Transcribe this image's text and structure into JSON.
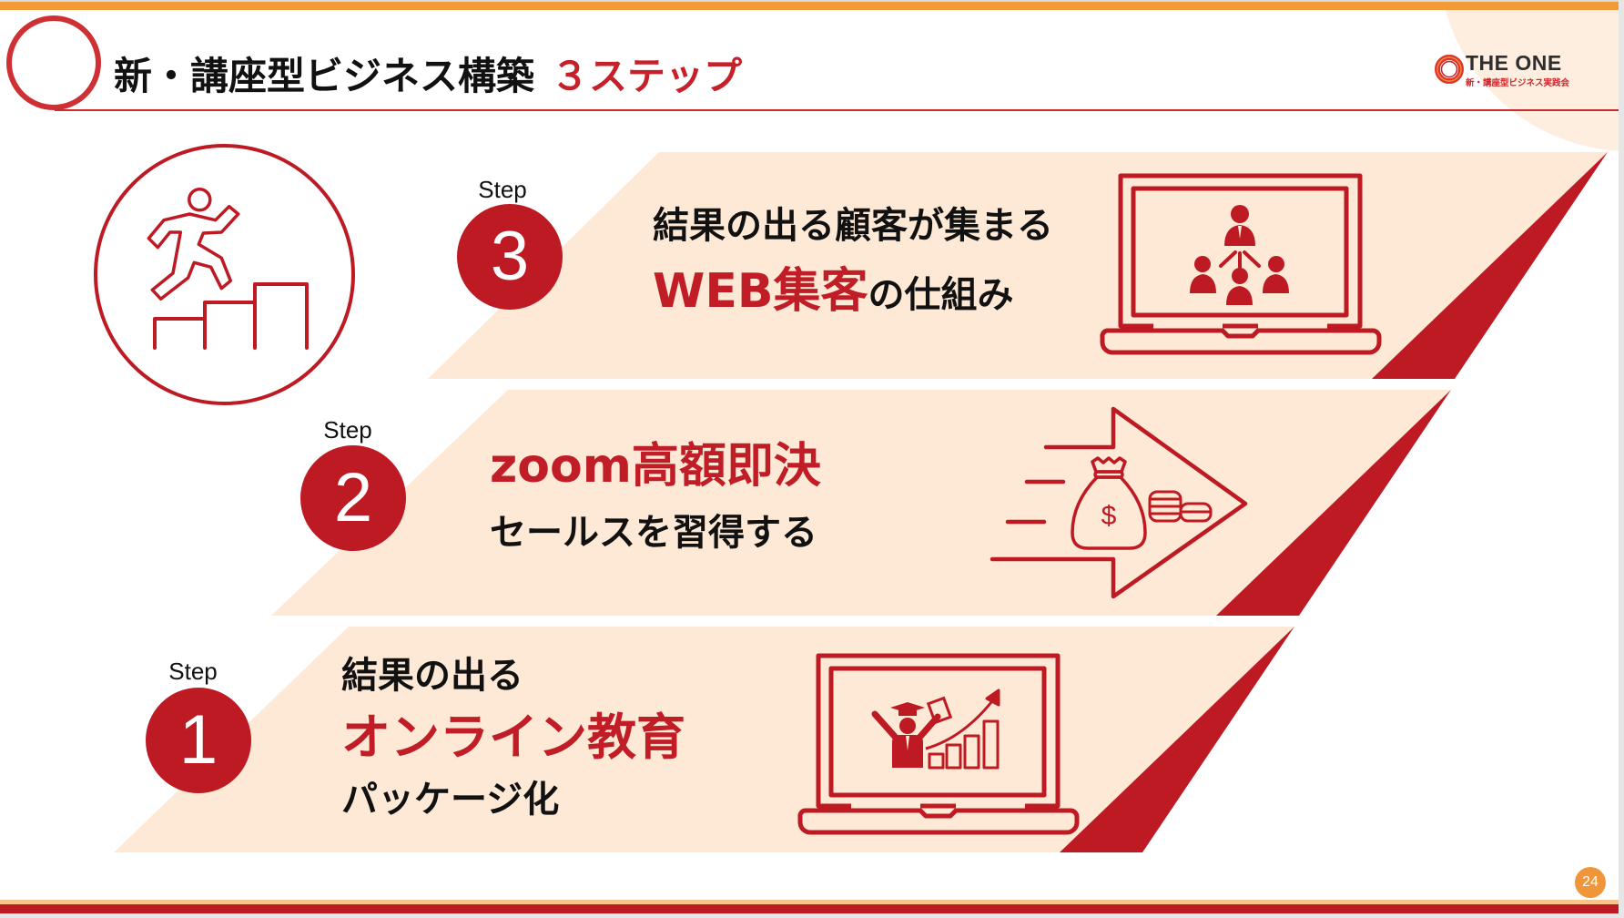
{
  "header": {
    "title_main": "新・講座型ビジネス構築",
    "title_accent": "３ステップ"
  },
  "logo": {
    "name": "THE ONE",
    "subtitle": "新・講座型ビジネス実践会"
  },
  "steps": [
    {
      "label": "Step",
      "number": "3",
      "line1": "結果の出る顧客が集まる",
      "line2_accent": "WEB集客",
      "line2_rest": "の仕組み",
      "icon": "laptop-people-network-icon"
    },
    {
      "label": "Step",
      "number": "2",
      "line1_accent": "zoom高額即決",
      "line2": "セールスを習得する",
      "icon": "money-bag-arrow-icon"
    },
    {
      "label": "Step",
      "number": "1",
      "line1": "結果の出る",
      "line2_accent": "オンライン教育",
      "line3": "パッケージ化",
      "icon": "laptop-graduate-growth-icon"
    }
  ],
  "icons": {
    "hero": "runner-climbing-stairs-icon",
    "money_symbol": "$"
  },
  "page_number": "24",
  "colors": {
    "brand_red": "#be1a24",
    "accent_orange": "#f39a38",
    "banner_cream": "#fde9d5",
    "title_ring": "#cf3034"
  }
}
